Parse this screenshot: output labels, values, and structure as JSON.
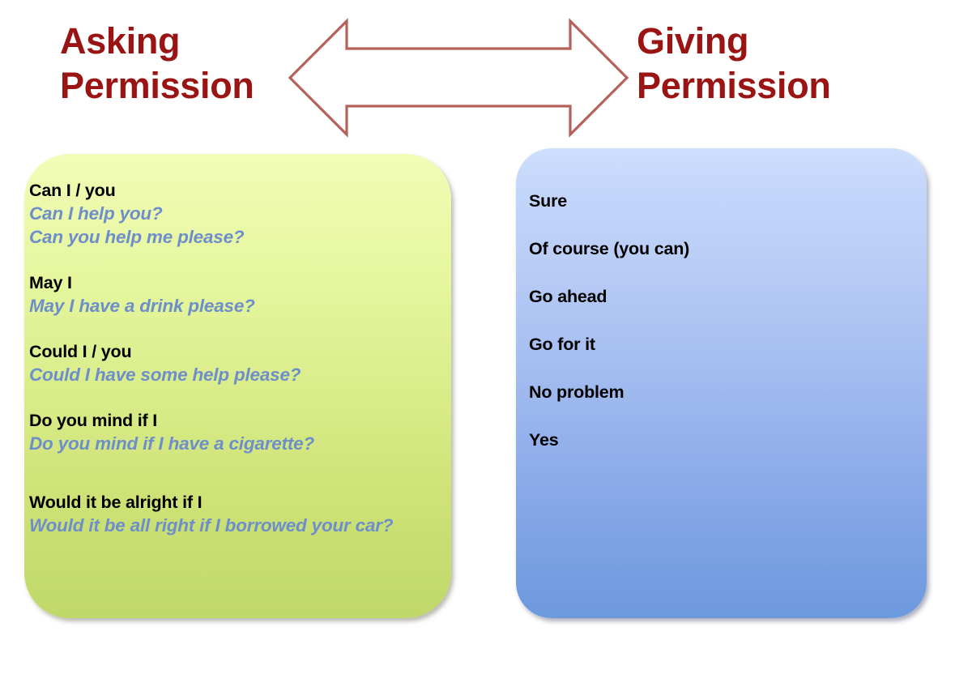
{
  "slide": {
    "background_color": "#ffffff",
    "title_color": "#9a1414",
    "arrow": {
      "icon": "double-headed-arrow-icon",
      "stroke_color": "#b5615c",
      "fill_color": "#ffffff"
    }
  },
  "headings": {
    "left": "Asking\nPermission",
    "right": "Giving\nPermission"
  },
  "asking": {
    "panel_color_top": "#eefaaf",
    "panel_color_bottom": "#c3da6c",
    "head_color": "#000000",
    "example_color": "#6d8ecb",
    "groups": [
      {
        "head": "Can I / you",
        "examples": [
          "Can I help you?",
          "Can you help me please?"
        ]
      },
      {
        "head": "May I",
        "examples": [
          "May I have a drink please?"
        ]
      },
      {
        "head": "Could I / you",
        "examples": [
          "Could I have some help please?"
        ]
      },
      {
        "head": "Do you mind if I",
        "examples": [
          "Do you mind if I have a cigarette?"
        ]
      },
      {
        "head": "Would it be alright if I",
        "examples": [
          "Would it be all right if I borrowed your car?"
        ]
      }
    ]
  },
  "giving": {
    "panel_color_top": "#c2d5fa",
    "panel_color_bottom": "#6f9be0",
    "item_color": "#000000",
    "items": [
      "Sure",
      "Of course (you can)",
      "Go ahead",
      "Go for it",
      "No problem",
      "Yes"
    ]
  }
}
